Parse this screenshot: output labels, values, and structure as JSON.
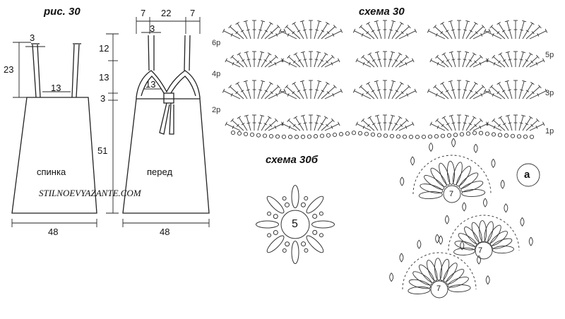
{
  "figure": {
    "title": "рис. 30",
    "back": {
      "label": "спинка",
      "strap_width": "3",
      "strap_gap": "13",
      "strap_height": "23",
      "width": "48"
    },
    "front": {
      "label": "перед",
      "top_left": "7",
      "top_middle": "22",
      "top_right": "7",
      "strap_width": "3",
      "cup_width": "13",
      "h1": "12",
      "h2": "13",
      "h3": "3",
      "h4": "51",
      "width": "48"
    }
  },
  "scheme30": {
    "title": "схема 30",
    "rows_left": [
      "6р",
      "4р",
      "2р"
    ],
    "rows_right": [
      "5р",
      "3р",
      "1р"
    ],
    "detail_label": "а",
    "motif_numbers": [
      "7",
      "7",
      "7"
    ]
  },
  "scheme30b": {
    "title": "схема 30б",
    "center_number": "5"
  },
  "watermark": "STILNOEVYAZANTE.COM"
}
